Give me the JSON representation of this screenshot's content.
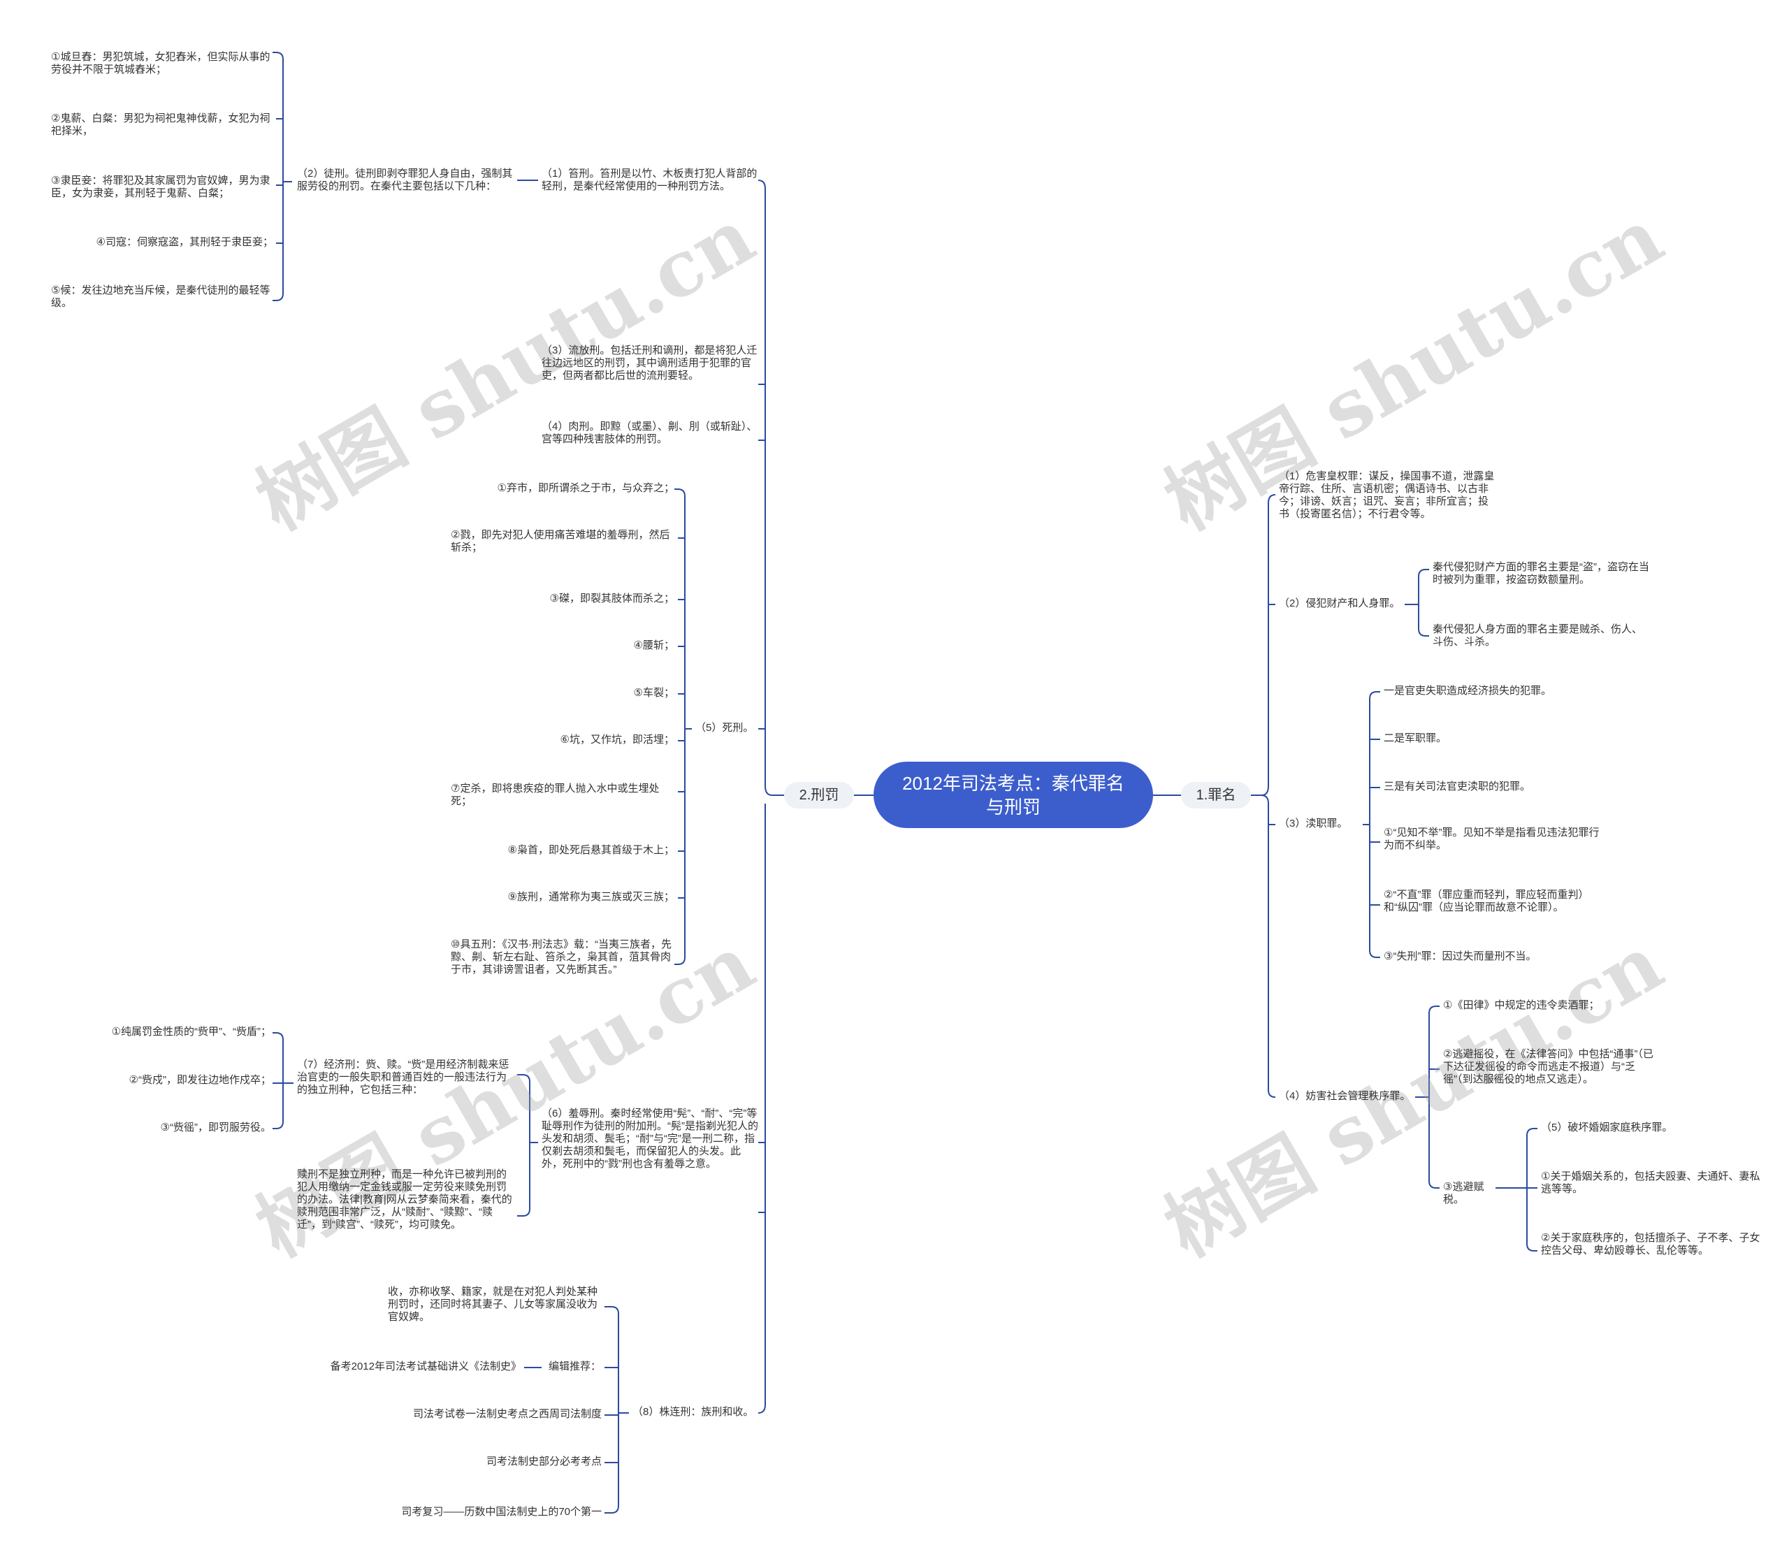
{
  "root": {
    "title": "2012年司法考点：秦代罪名与刑罚"
  },
  "branches": {
    "left": "2.刑罚",
    "right": "1.罪名"
  },
  "watermark": "树图 shutu.cn",
  "left": {
    "a1": "（1）笞刑。笞刑是以竹、木板责打犯人背部的轻刑，是秦代经常使用的一种刑罚方法。",
    "a2": "（2）徒刑。徒刑即剥夺罪犯人身自由，强制其服劳役的刑罚。在秦代主要包括以下几种：",
    "a2_items": [
      "①城旦舂：男犯筑城，女犯舂米，但实际从事的劳役并不限于筑城舂米；",
      "②鬼薪、白粲：男犯为祠祀鬼神伐薪，女犯为祠祀择米，",
      "③隶臣妾：将罪犯及其家属罚为官奴婢，男为隶臣，女为隶妾，其刑轻于鬼薪、白粲；",
      "④司寇：伺察寇盗，其刑轻于隶臣妾；",
      "⑤候：发往边地充当斥候，是秦代徒刑的最轻等级。"
    ],
    "a3": "（3）流放刑。包括迁刑和谪刑，都是将犯人迁往边远地区的刑罚，其中谪刑适用于犯罪的官吏，但两者都比后世的流刑要轻。",
    "a4": "（4）肉刑。即黥（或墨）、劓、刖（或斩趾）、宫等四种残害肢体的刑罚。",
    "a5": "（5）死刑。",
    "a5_items": [
      "①弃市，即所谓杀之于市，与众弃之；",
      "②戮，即先对犯人使用痛苦难堪的羞辱刑，然后斩杀；",
      "③磔，即裂其肢体而杀之；",
      "④腰斩；",
      "⑤车裂；",
      "⑥坑，又作坑，即活埋；",
      "⑦定杀，即将患疾疫的罪人抛入水中或生埋处死；",
      "⑧枭首，即处死后悬其首级于木上；",
      "⑨族刑，通常称为夷三族或灭三族；",
      "⑩具五刑：《汉书·刑法志》载：“当夷三族者，先黥、劓、斩左右趾、笞杀之，枭其首，菹其骨肉于市，其诽谤詈诅者，又先断其舌。”"
    ],
    "a6": "（6）羞辱刑。秦时经常使用“髡”、“耐”、“完”等耻辱刑作为徒刑的附加刑。“髡”是指剃光犯人的头发和胡须、鬓毛；“耐”与“完”是一刑二称，指仅剃去胡须和鬓毛，而保留犯人的头发。此外，死刑中的“戮”刑也含有羞辱之意。",
    "a7": "（7）经济刑：赀、赎。“赀”是用经济制裁来惩治官吏的一般失职和普通百姓的一般违法行为的独立刑种，它包括三种：",
    "a7_items": [
      "①纯属罚金性质的“赀甲”、“赀盾”；",
      "②“赀戍”，即发往边地作戍卒；",
      "③“赀徭”，即罚服劳役。"
    ],
    "a7b": "赎刑不是独立刑种，而是一种允许已被判刑的犯人用缴纳一定金钱或服一定劳役来赎免刑罚的办法。法律|教育|网从云梦秦简来看，秦代的赎刑范围非常广泛，从“赎耐”、“赎黥”、“赎迁”，到“赎宫”、“赎死”，均可赎免。",
    "a8": "（8）株连刑：族刑和收。",
    "a8_items": [
      "收，亦称收孥、籍家，就是在对犯人判处某种刑罚时，还同时将其妻子、儿女等家属没收为官奴婢。",
      "编辑推荐：",
      "司法考试卷一法制史考点之西周司法制度",
      "司考法制史部分必考考点",
      "司考复习——历数中国法制史上的70个第一"
    ],
    "a8_rec": "备考2012年司法考试基础讲义《法制史》"
  },
  "right": {
    "b1": "（1）危害皇权罪：谋反，操国事不道，泄露皇帝行踪、住所、言语机密；偶语诗书、以古非今；诽谤、妖言；诅咒、妄言；非所宜言；投书（投寄匿名信）；不行君令等。",
    "b2": "（2）侵犯财产和人身罪。",
    "b2_items": [
      "秦代侵犯财产方面的罪名主要是“盗”，盗窃在当时被列为重罪，按盗窃数额量刑。",
      "秦代侵犯人身方面的罪名主要是贼杀、伤人、斗伤、斗杀。"
    ],
    "b3": "（3）渎职罪。",
    "b3_items": [
      "一是官吏失职造成经济损失的犯罪。",
      "二是军职罪。",
      "三是有关司法官吏渎职的犯罪。",
      "①“见知不举”罪。见知不举是指看见违法犯罪行为而不纠举。",
      "②“不直”罪（罪应重而轻判，罪应轻而重判）和“纵囚”罪（应当论罪而故意不论罪）。",
      "③“失刑”罪：因过失而量刑不当。"
    ],
    "b4": "（4）妨害社会管理秩序罪。",
    "b4_items": [
      "①《田律》中规定的违令卖酒罪；",
      "②逃避摇役，在《法律答问》中包括“通事”（已下达征发徭役的命令而逃走不报道）与“乏徭”（到达服徭役的地点又逃走）。",
      "③逃避赋税。"
    ],
    "b4c_items": [
      "（5）破坏婚姻家庭秩序罪。",
      "①关于婚姻关系的，包括夫殴妻、夫通奸、妻私逃等等。",
      "②关于家庭秩序的，包括擅杀子、子不孝、子女控告父母、卑幼殴尊长、乱伦等等。"
    ]
  }
}
